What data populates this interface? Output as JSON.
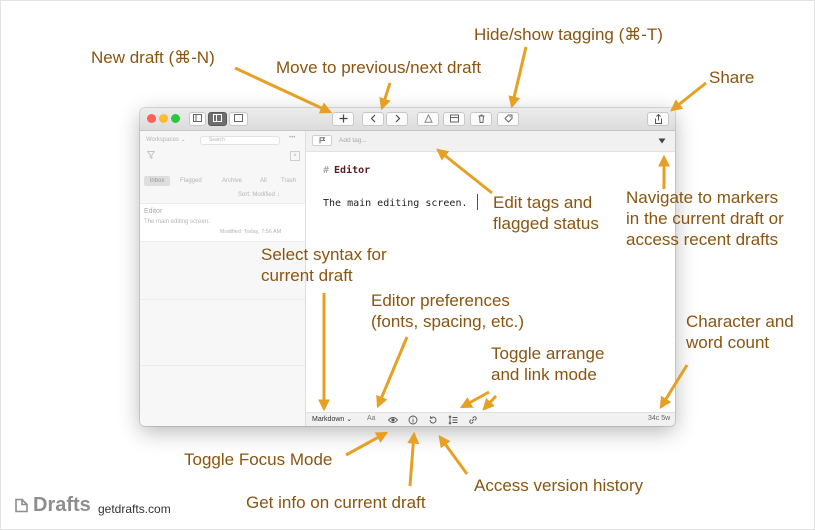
{
  "app": {
    "sidebar": {
      "workspaces_label": "Workspaces ⌄",
      "search_placeholder": "Search",
      "more_label": "•••",
      "tabs": [
        "Inbox",
        "Flagged",
        "Archive",
        "All",
        "Trash"
      ],
      "sort_label": "Sort: Modified ↓",
      "draft_item": {
        "title": "Editor",
        "preview": "The main editing screen.",
        "modified": "Modified: Today, 7:56 AM"
      }
    },
    "tagbar": {
      "placeholder": "Add tag..."
    },
    "editor": {
      "heading_mark": "#",
      "heading_text": "Editor",
      "body_text": "The main editing screen."
    },
    "bottombar": {
      "syntax": "Markdown ⌄",
      "font_label": "Aa",
      "count": "34c 5w"
    }
  },
  "callouts": {
    "new_draft": "New draft (⌘-N)",
    "prev_next": "Move to previous/next draft",
    "hide_tagging": "Hide/show tagging (⌘-T)",
    "share": "Share",
    "edit_tags": [
      "Edit tags and",
      "flagged status"
    ],
    "navigate_markers": [
      "Navigate to markers",
      "in the current draft or",
      "access recent drafts"
    ],
    "select_syntax": [
      "Select syntax for",
      "current draft"
    ],
    "editor_prefs": [
      "Editor preferences",
      "(fonts, spacing, etc.)"
    ],
    "arrange_link": [
      "Toggle arrange",
      "and link mode"
    ],
    "char_word": [
      "Character and",
      "word count"
    ],
    "focus_mode": "Toggle Focus Mode",
    "get_info": "Get info on current draft",
    "version_history": "Access version history"
  },
  "footer": {
    "brand": "Drafts",
    "site": "getdrafts.com"
  },
  "colors": {
    "annotation_text": "#8a5510",
    "arrow": "#e6a024",
    "heading": "#5a1b25"
  }
}
